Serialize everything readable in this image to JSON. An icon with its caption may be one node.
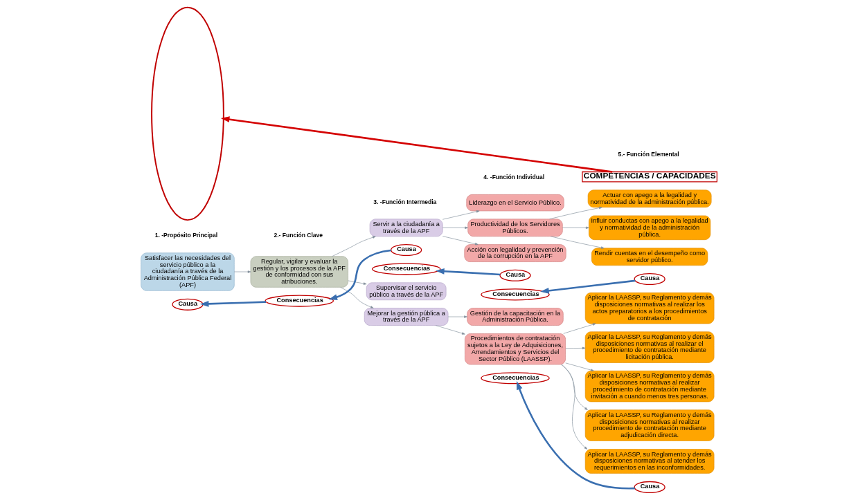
{
  "diagram": {
    "nodes": [
      {
        "text": [
          "Satisfacer las necesidades del servicio público a la ciudadanía a través de la Administración Pública Federal (APF)"
        ]
      },
      {
        "text": [
          "Regular, vigilar y evaluar la gestión y los procesos de la APF de conformidad con sus atribuciones."
        ]
      },
      {
        "text": [
          "Servir a la ciudadanía a través de la APF"
        ]
      },
      {
        "text": [
          "Supervisar el servicio público a través de la APF"
        ]
      },
      {
        "text": [
          "Mejorar la gestión pública a través de la APF"
        ]
      },
      {
        "text": [
          "Liderazgo en el Servicio Público."
        ]
      },
      {
        "text": [
          "Productividad de los Servidores Públicos."
        ]
      },
      {
        "text": [
          "Acción con legalidad y prevención de la corrupción en la APF"
        ]
      },
      {
        "text": [
          "Gestión de la capacitación en la Administración Pública."
        ]
      },
      {
        "text": [
          "Procedimientos de contratación sujetos a la Ley de Adquisiciones, Arrendamientos y Servicios del Sector Público (LAASSP)."
        ]
      },
      {
        "text": [
          "Actuar con apego a la legalidad y normatividad de la administración pública."
        ]
      },
      {
        "text": [
          "Influir conductas con apego a la legalidad y normatividad de la administración pública."
        ]
      },
      {
        "text": [
          "Rendir cuentas en el desempeño como servidor público."
        ]
      },
      {
        "text": [
          "Aplicar la LAASSP, su Reglamento y demás disposiciones normativas al realizar los actos preparatorios a los procedimientos de contratación"
        ]
      },
      {
        "text": [
          "Aplicar la LAASSP, su Reglamento y demás disposiciones normativas al realizar el procedimiento de contratación mediante licitación pública."
        ]
      },
      {
        "text": [
          "Aplicar la LAASSP, su Reglamento y demás disposiciones normativas al realizar procedimiento de contratación mediante invitación a cuando menos tres personas."
        ]
      },
      {
        "text": [
          "Aplicar la LAASSP, su Reglamento y demás disposiciones normativas al realizar procedimiento de contratación mediante adjudicación directa."
        ]
      },
      {
        "text": [
          "Aplicar la LAASSP, su Reglamento y demás disposiciones normativas al atender los requerimientos en las inconformidades."
        ]
      },
      {
        "text": [
          "Causa"
        ]
      },
      {
        "text": [
          "Consecuencias"
        ]
      },
      {
        "text": [
          "Causa"
        ]
      },
      {
        "text": [
          "Consecuencias"
        ]
      },
      {
        "text": [
          "Causa"
        ]
      },
      {
        "text": [
          "Consecuencias"
        ]
      },
      {
        "text": [
          "Causa"
        ]
      },
      {
        "text": [
          "Consecuencias"
        ]
      },
      {
        "text": [
          "Causa"
        ]
      },
      {
        "text": [
          "COMPETENCIAS / CAPACIDADES"
        ]
      },
      {
        "text": [],
        "shape": "ellipse"
      }
    ],
    "edges": [
      {
        "from": 0,
        "to": 1,
        "arrow": "to"
      },
      {
        "from": 1,
        "to": 2,
        "arrow": "to"
      },
      {
        "from": 1,
        "to": 3,
        "arrow": "to"
      },
      {
        "from": 1,
        "to": 4,
        "arrow": "to"
      },
      {
        "from": 2,
        "to": 5,
        "arrow": "to"
      },
      {
        "from": 2,
        "to": 6,
        "arrow": "to"
      },
      {
        "from": 2,
        "to": 7,
        "arrow": "to"
      },
      {
        "from": 4,
        "to": 8,
        "arrow": "to"
      },
      {
        "from": 4,
        "to": 9,
        "arrow": "to"
      },
      {
        "from": 6,
        "to": 10,
        "arrow": "to"
      },
      {
        "from": 6,
        "to": 11,
        "arrow": "to"
      },
      {
        "from": 6,
        "to": 12,
        "arrow": "to"
      },
      {
        "from": 9,
        "to": 13,
        "arrow": "to"
      },
      {
        "from": 9,
        "to": 14,
        "arrow": "to"
      },
      {
        "from": 9,
        "to": 15,
        "arrow": "to"
      },
      {
        "from": 9,
        "to": 16,
        "arrow": "to"
      },
      {
        "from": 9,
        "to": 17,
        "arrow": "to"
      },
      {
        "from": 19,
        "to": 18,
        "arrow": "to",
        "style": "thick",
        "color": "#3a6fb0"
      },
      {
        "from": 20,
        "to": 19,
        "arrow": "to",
        "style": "thick",
        "color": "#3a6fb0"
      },
      {
        "from": 22,
        "to": 21,
        "arrow": "to",
        "style": "thick",
        "color": "#3a6fb0"
      },
      {
        "from": 24,
        "to": 23,
        "arrow": "to",
        "style": "thick",
        "color": "#3a6fb0"
      },
      {
        "from": 26,
        "to": 25,
        "arrow": "to",
        "style": "thick",
        "color": "#3a6fb0"
      },
      {
        "from": 27,
        "to": 28,
        "arrow": "to",
        "style": "thick",
        "color": "#d40000"
      }
    ],
    "labels": [
      "1. -Propósito Principal",
      "2.- Función Clave",
      "3. -Función Intermedia",
      "4. -Función Individual",
      "5.- Función Elemental"
    ]
  }
}
